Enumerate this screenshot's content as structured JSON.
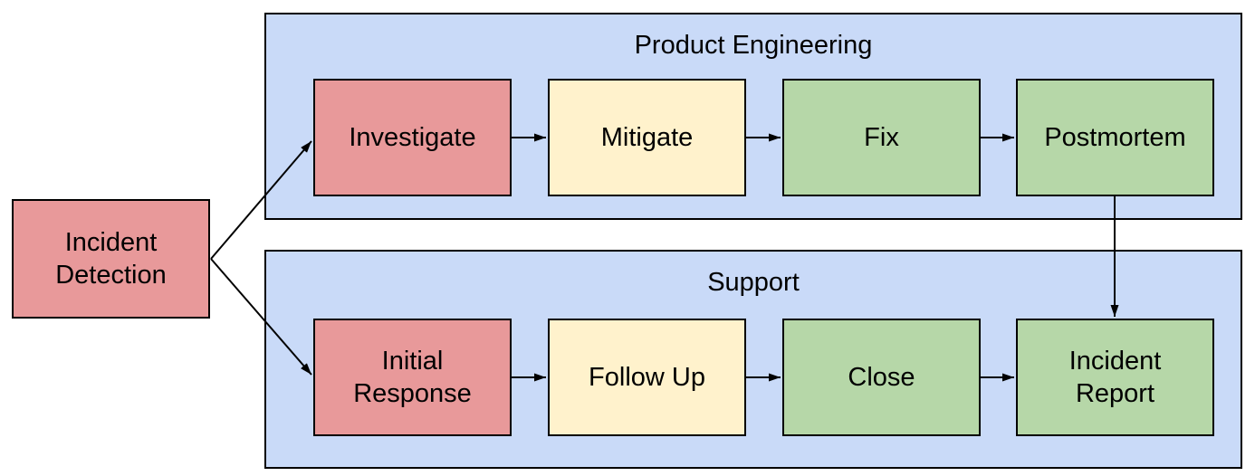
{
  "diagram": {
    "colors": {
      "background": "#FFFFFF",
      "container_fill": "#C9DAF8",
      "node_red": "#E8999A",
      "node_yellow": "#FFF2CC",
      "node_green": "#B6D7A8",
      "border": "#000000",
      "arrow": "#000000"
    },
    "standalone_node": {
      "label": "Incident\nDetection",
      "color": "node_red"
    },
    "groups": [
      {
        "title": "Product Engineering",
        "nodes": [
          {
            "label": "Investigate",
            "color": "node_red"
          },
          {
            "label": "Mitigate",
            "color": "node_yellow"
          },
          {
            "label": "Fix",
            "color": "node_green"
          },
          {
            "label": "Postmortem",
            "color": "node_green"
          }
        ]
      },
      {
        "title": "Support",
        "nodes": [
          {
            "label": "Initial\nResponse",
            "color": "node_red"
          },
          {
            "label": "Follow Up",
            "color": "node_yellow"
          },
          {
            "label": "Close",
            "color": "node_green"
          },
          {
            "label": "Incident\nReport",
            "color": "node_green"
          }
        ]
      }
    ],
    "edges": [
      {
        "from": "Incident Detection",
        "to": "Investigate"
      },
      {
        "from": "Incident Detection",
        "to": "Initial Response"
      },
      {
        "from": "Investigate",
        "to": "Mitigate"
      },
      {
        "from": "Mitigate",
        "to": "Fix"
      },
      {
        "from": "Fix",
        "to": "Postmortem"
      },
      {
        "from": "Postmortem",
        "to": "Incident Report"
      },
      {
        "from": "Initial Response",
        "to": "Follow Up"
      },
      {
        "from": "Follow Up",
        "to": "Close"
      },
      {
        "from": "Close",
        "to": "Incident Report"
      }
    ]
  }
}
